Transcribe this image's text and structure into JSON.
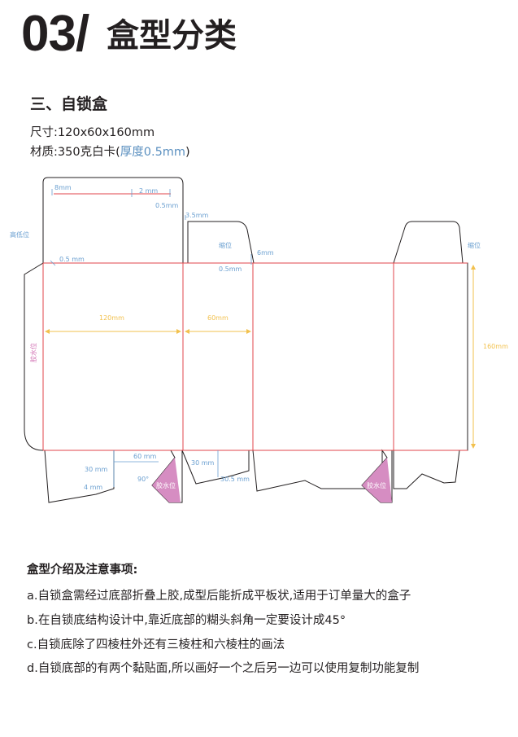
{
  "header": {
    "number": "03/",
    "title": "盒型分类"
  },
  "section": {
    "title": "三、自锁盒"
  },
  "specs": {
    "size_label": "尺寸:",
    "size_value": "120x60x160mm",
    "material_label": "材质:",
    "material_value": "350克白卡(",
    "thickness": "厚度0.5mm",
    "close_paren": ")"
  },
  "diagram": {
    "labels": {
      "dim_8mm": "8mm",
      "dim_2mm": "2 mm",
      "dim_05mm_top": "0.5mm",
      "dim_35mm": "3.5mm",
      "high_low": "高低位",
      "dim_05mm_left": "0.5 mm",
      "shrink_left": "缩位",
      "dim_6mm": "6mm",
      "dim_05mm_mid": "0.5mm",
      "shrink_right": "缩位",
      "dim_120mm": "120mm",
      "dim_60mm": "60mm",
      "dim_160mm": "160mm",
      "glue_side": "胶水位",
      "dim_60mm_bottom": "60 mm",
      "dim_30mm_left": "30 mm",
      "dim_90deg": "90°",
      "dim_4mm": "4 mm",
      "glue_1": "胶水位",
      "dim_30mm_right": "30 mm",
      "dim_305mm": "30.5 mm",
      "glue_2": "胶水位"
    },
    "colors": {
      "cut_line": "#231f20",
      "fold_line": "#e0464b",
      "dimension_yellow": "#f2c14e",
      "dimension_blue": "#6a9fd0",
      "glue_fill": "#d68dc2",
      "glue_side_text": "#d272b4"
    }
  },
  "notes": {
    "title": "盒型介绍及注意事项:",
    "items": [
      "a.自锁盒需经过底部折叠上胶,成型后能折成平板状,适用于订单量大的盒子",
      "b.在自锁底结构设计中,靠近底部的糊头斜角一定要设计成45°",
      "c.自锁底除了四棱柱外还有三棱柱和六棱柱的画法",
      "d.自锁底部的有两个黏贴面,所以画好一个之后另一边可以使用复制功能复制"
    ]
  }
}
